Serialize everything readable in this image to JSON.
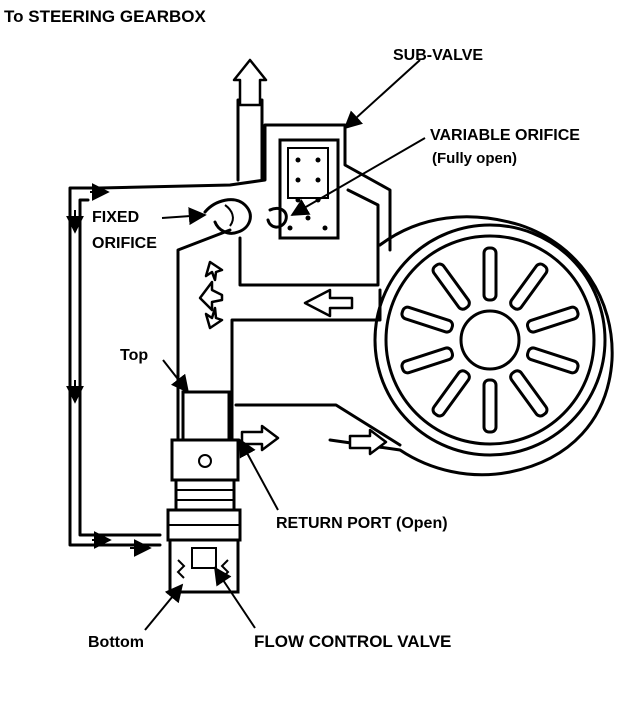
{
  "labels": {
    "top_heading": "To STEERING GEARBOX",
    "sub_valve": "SUB-VALVE",
    "variable_orifice": "VARIABLE ORIFICE",
    "variable_orifice_state": "(Fully open)",
    "fixed": "FIXED",
    "orifice": "ORIFICE",
    "top": "Top",
    "return_port": "RETURN PORT (Open)",
    "bottom": "Bottom",
    "flow_control_valve": "FLOW CONTROL VALVE"
  },
  "colors": {
    "ink": "#000000",
    "paper": "#ffffff"
  }
}
